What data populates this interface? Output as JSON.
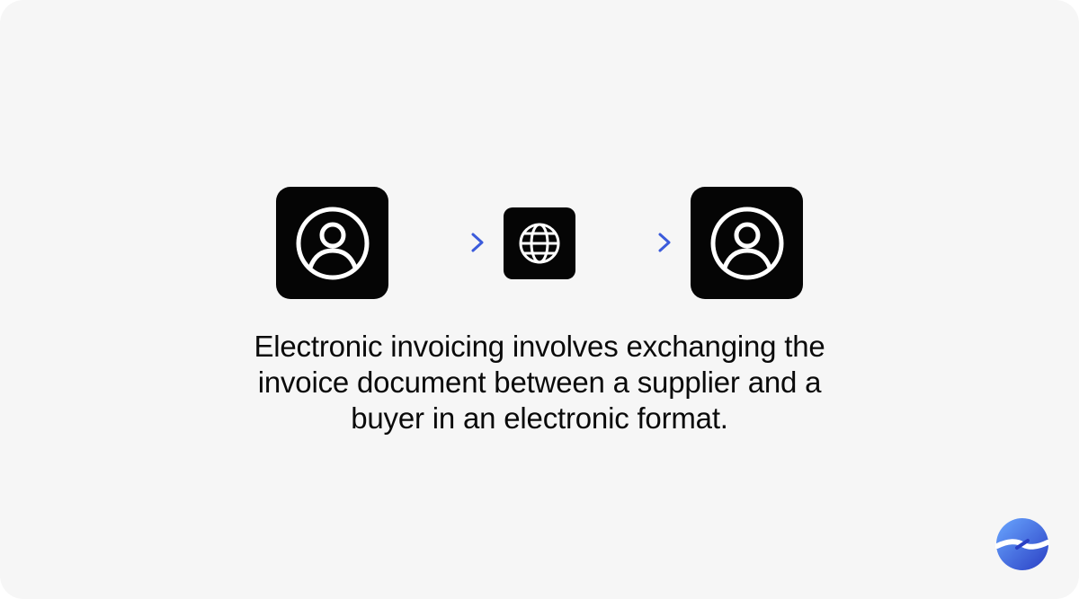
{
  "diagram": {
    "nodes": [
      {
        "id": "supplier",
        "icon": "user-circle-icon"
      },
      {
        "id": "network",
        "icon": "globe-icon"
      },
      {
        "id": "buyer",
        "icon": "user-circle-icon"
      }
    ],
    "edges": [
      {
        "from": "supplier",
        "to": "network",
        "style": "dashed-gradient-arrow"
      },
      {
        "from": "network",
        "to": "buyer",
        "style": "dashed-gradient-arrow"
      }
    ],
    "caption_lines": [
      "Electronic invoicing involves exchanging the",
      "invoice document between a supplier and a",
      "buyer in an electronic format."
    ]
  },
  "colors": {
    "background": "#f6f6f6",
    "tile": "#050505",
    "icon_stroke": "#ffffff",
    "arrow_start": "#5ec8f0",
    "arrow_end": "#3b5bdb",
    "logo_light": "#4f8ef7",
    "logo_dark": "#2a3fc4"
  },
  "brand": {
    "logo_icon": "brand-logo-icon"
  }
}
